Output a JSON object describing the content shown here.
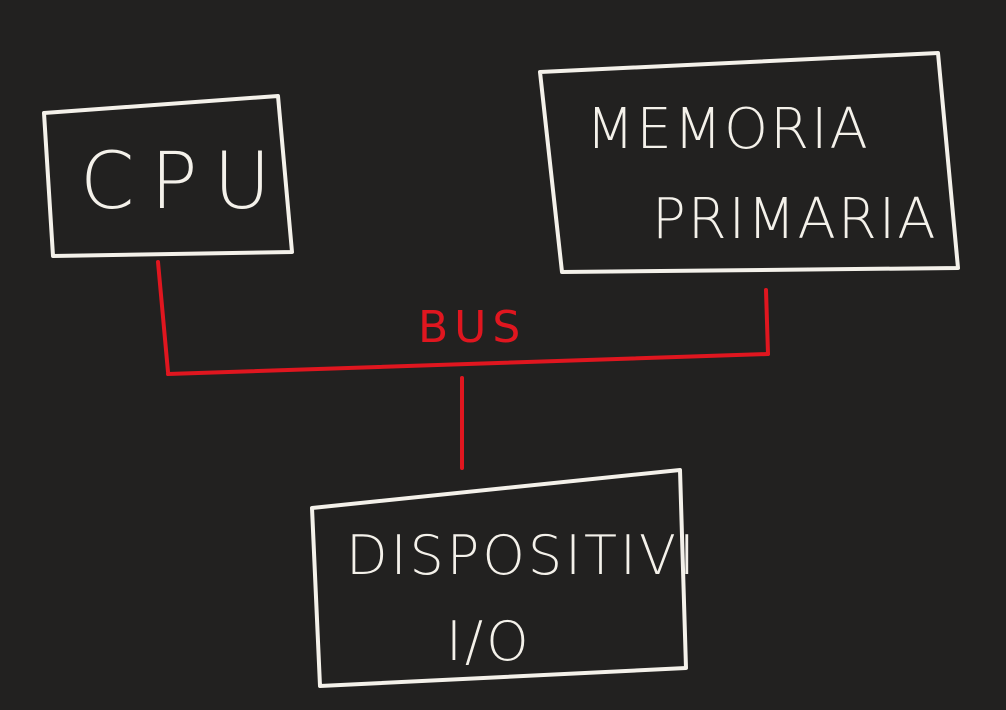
{
  "diagram": {
    "nodes": {
      "cpu": {
        "label": "CPU"
      },
      "memory": {
        "line1": "MEMORIA",
        "line2": "PRIMARIA"
      },
      "io": {
        "line1": "DISPOSITIVI",
        "line2": "I/O"
      }
    },
    "bus": {
      "label": "BUS"
    },
    "colors": {
      "background": "#222120",
      "stroke": "#f4f1ea",
      "bus": "#e0161f"
    }
  }
}
